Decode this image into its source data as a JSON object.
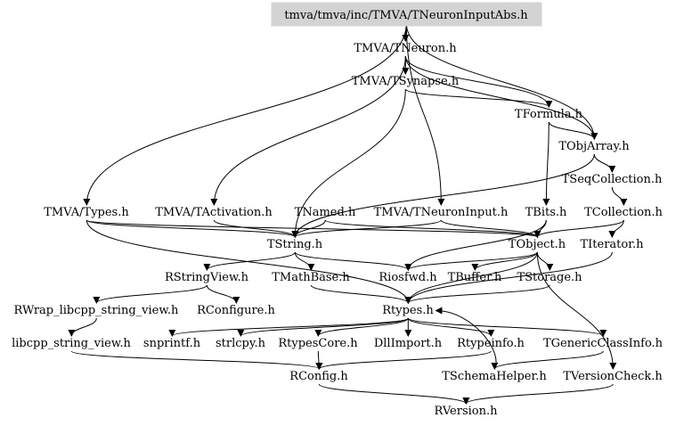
{
  "graph": {
    "root": "tmva/tmva/inc/TMVA/TNeuronInputAbs.h",
    "root_fill": "#d3d3d3",
    "edge_color": "#000000",
    "nodes": [
      {
        "id": "root",
        "label": "tmva/tmva/inc/TMVA/TNeuronInputAbs.h"
      },
      {
        "id": "tneuron",
        "label": "TMVA/TNeuron.h"
      },
      {
        "id": "tsynapse",
        "label": "TMVA/TSynapse.h"
      },
      {
        "id": "tformula",
        "label": "TFormula.h"
      },
      {
        "id": "tobjarray",
        "label": "TObjArray.h"
      },
      {
        "id": "tseqcollection",
        "label": "TSeqCollection.h"
      },
      {
        "id": "types",
        "label": "TMVA/Types.h"
      },
      {
        "id": "tactivation",
        "label": "TMVA/TActivation.h"
      },
      {
        "id": "tnamed",
        "label": "TNamed.h"
      },
      {
        "id": "tneuroninput",
        "label": "TMVA/TNeuronInput.h"
      },
      {
        "id": "tbits",
        "label": "TBits.h"
      },
      {
        "id": "tcollection",
        "label": "TCollection.h"
      },
      {
        "id": "tstring",
        "label": "TString.h"
      },
      {
        "id": "tobject",
        "label": "TObject.h"
      },
      {
        "id": "titerator",
        "label": "TIterator.h"
      },
      {
        "id": "rstringview",
        "label": "RStringView.h"
      },
      {
        "id": "tmathbase",
        "label": "TMathBase.h"
      },
      {
        "id": "riosfwd",
        "label": "Riosfwd.h"
      },
      {
        "id": "tbuffer",
        "label": "TBuffer.h"
      },
      {
        "id": "tstorage",
        "label": "TStorage.h"
      },
      {
        "id": "rwrap",
        "label": "RWrap_libcpp_string_view.h"
      },
      {
        "id": "rconfigure",
        "label": "RConfigure.h"
      },
      {
        "id": "rtypes",
        "label": "Rtypes.h"
      },
      {
        "id": "libcpp",
        "label": "libcpp_string_view.h"
      },
      {
        "id": "snprintf",
        "label": "snprintf.h"
      },
      {
        "id": "strlcpy",
        "label": "strlcpy.h"
      },
      {
        "id": "rtypescore",
        "label": "RtypesCore.h"
      },
      {
        "id": "dllimport",
        "label": "DllImport.h"
      },
      {
        "id": "rtypeinfo",
        "label": "Rtypeinfo.h"
      },
      {
        "id": "tgenericclassinfo",
        "label": "TGenericClassInfo.h"
      },
      {
        "id": "rconfig",
        "label": "RConfig.h"
      },
      {
        "id": "tschemahelper",
        "label": "TSchemaHelper.h"
      },
      {
        "id": "tversioncheck",
        "label": "TVersionCheck.h"
      },
      {
        "id": "rversion",
        "label": "RVersion.h"
      }
    ],
    "edges": [
      [
        "root",
        "tneuron"
      ],
      [
        "root",
        "types"
      ],
      [
        "root",
        "tneuroninput"
      ],
      [
        "root",
        "tobjarray"
      ],
      [
        "tneuron",
        "tsynapse"
      ],
      [
        "tneuron",
        "tformula"
      ],
      [
        "tneuron",
        "tobjarray"
      ],
      [
        "tneuron",
        "tactivation"
      ],
      [
        "tsynapse",
        "tformula"
      ],
      [
        "tsynapse",
        "tstring"
      ],
      [
        "tformula",
        "tobjarray"
      ],
      [
        "tformula",
        "tbits"
      ],
      [
        "tobjarray",
        "tseqcollection"
      ],
      [
        "tobjarray",
        "tstring"
      ],
      [
        "tseqcollection",
        "tcollection"
      ],
      [
        "types",
        "tstring"
      ],
      [
        "types",
        "tobject"
      ],
      [
        "types",
        "rtypes"
      ],
      [
        "tactivation",
        "tstring"
      ],
      [
        "tnamed",
        "tstring"
      ],
      [
        "tnamed",
        "tobject"
      ],
      [
        "tneuroninput",
        "tstring"
      ],
      [
        "tneuroninput",
        "tobject"
      ],
      [
        "tbits",
        "tobject"
      ],
      [
        "tbits",
        "riosfwd"
      ],
      [
        "tcollection",
        "tobject"
      ],
      [
        "tcollection",
        "titerator"
      ],
      [
        "tstring",
        "rstringview"
      ],
      [
        "tstring",
        "tmathbase"
      ],
      [
        "tstring",
        "riosfwd"
      ],
      [
        "tobject",
        "riosfwd"
      ],
      [
        "tobject",
        "tbuffer"
      ],
      [
        "tobject",
        "tstorage"
      ],
      [
        "tobject",
        "rtypes"
      ],
      [
        "tobject",
        "tversioncheck"
      ],
      [
        "titerator",
        "rtypes"
      ],
      [
        "rstringview",
        "rwrap"
      ],
      [
        "rstringview",
        "rconfigure"
      ],
      [
        "tmathbase",
        "rtypes"
      ],
      [
        "tstorage",
        "rtypes"
      ],
      [
        "rwrap",
        "libcpp"
      ],
      [
        "rtypes",
        "snprintf"
      ],
      [
        "rtypes",
        "strlcpy"
      ],
      [
        "rtypes",
        "rtypescore"
      ],
      [
        "rtypes",
        "dllimport"
      ],
      [
        "rtypes",
        "rtypeinfo"
      ],
      [
        "rtypes",
        "tgenericclassinfo"
      ],
      [
        "libcpp",
        "rconfig"
      ],
      [
        "rtypescore",
        "rconfig"
      ],
      [
        "rtypeinfo",
        "rconfig"
      ],
      [
        "tgenericclassinfo",
        "tschemahelper"
      ],
      [
        "tschemahelper",
        "rtypes"
      ],
      [
        "rconfig",
        "rversion"
      ],
      [
        "tversioncheck",
        "rversion"
      ]
    ]
  }
}
